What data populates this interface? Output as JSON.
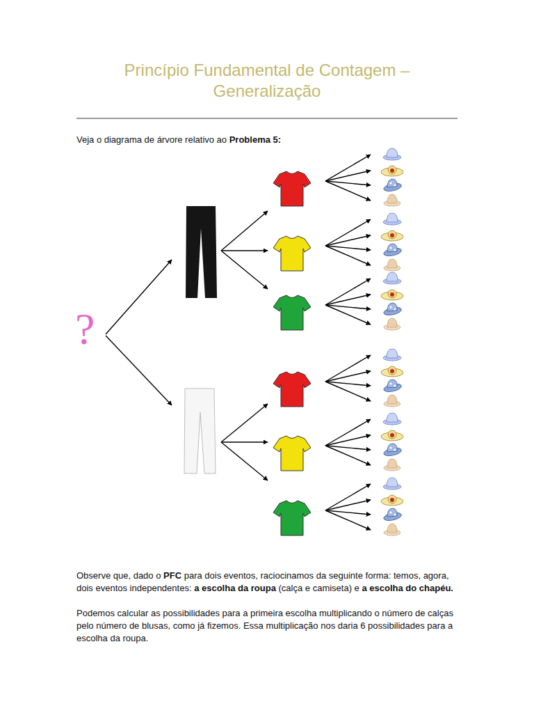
{
  "diagram": {
    "title": "Princípio Fundamental de Contagem – Generalização",
    "labels": [
      "Veja o diagrama de árvore relativo ao",
      "Problema 5:",
      "?",
      "Observe que, dado o",
      "PFC",
      "para dois eventos, raciocinamos da seguinte forma: temos, agora, dois eventos independentes:",
      "a escolha da roupa",
      "(calça e camiseta) e",
      "a escolha do chapéu",
      ".",
      "Podemos calcular as possibilidades para a primeira escolha multiplicando o número de calças pelo número de blusas, como já fizemos. Essa multiplicação nos daria 6 possibilidades para a escolha da roupa."
    ]
  }
}
